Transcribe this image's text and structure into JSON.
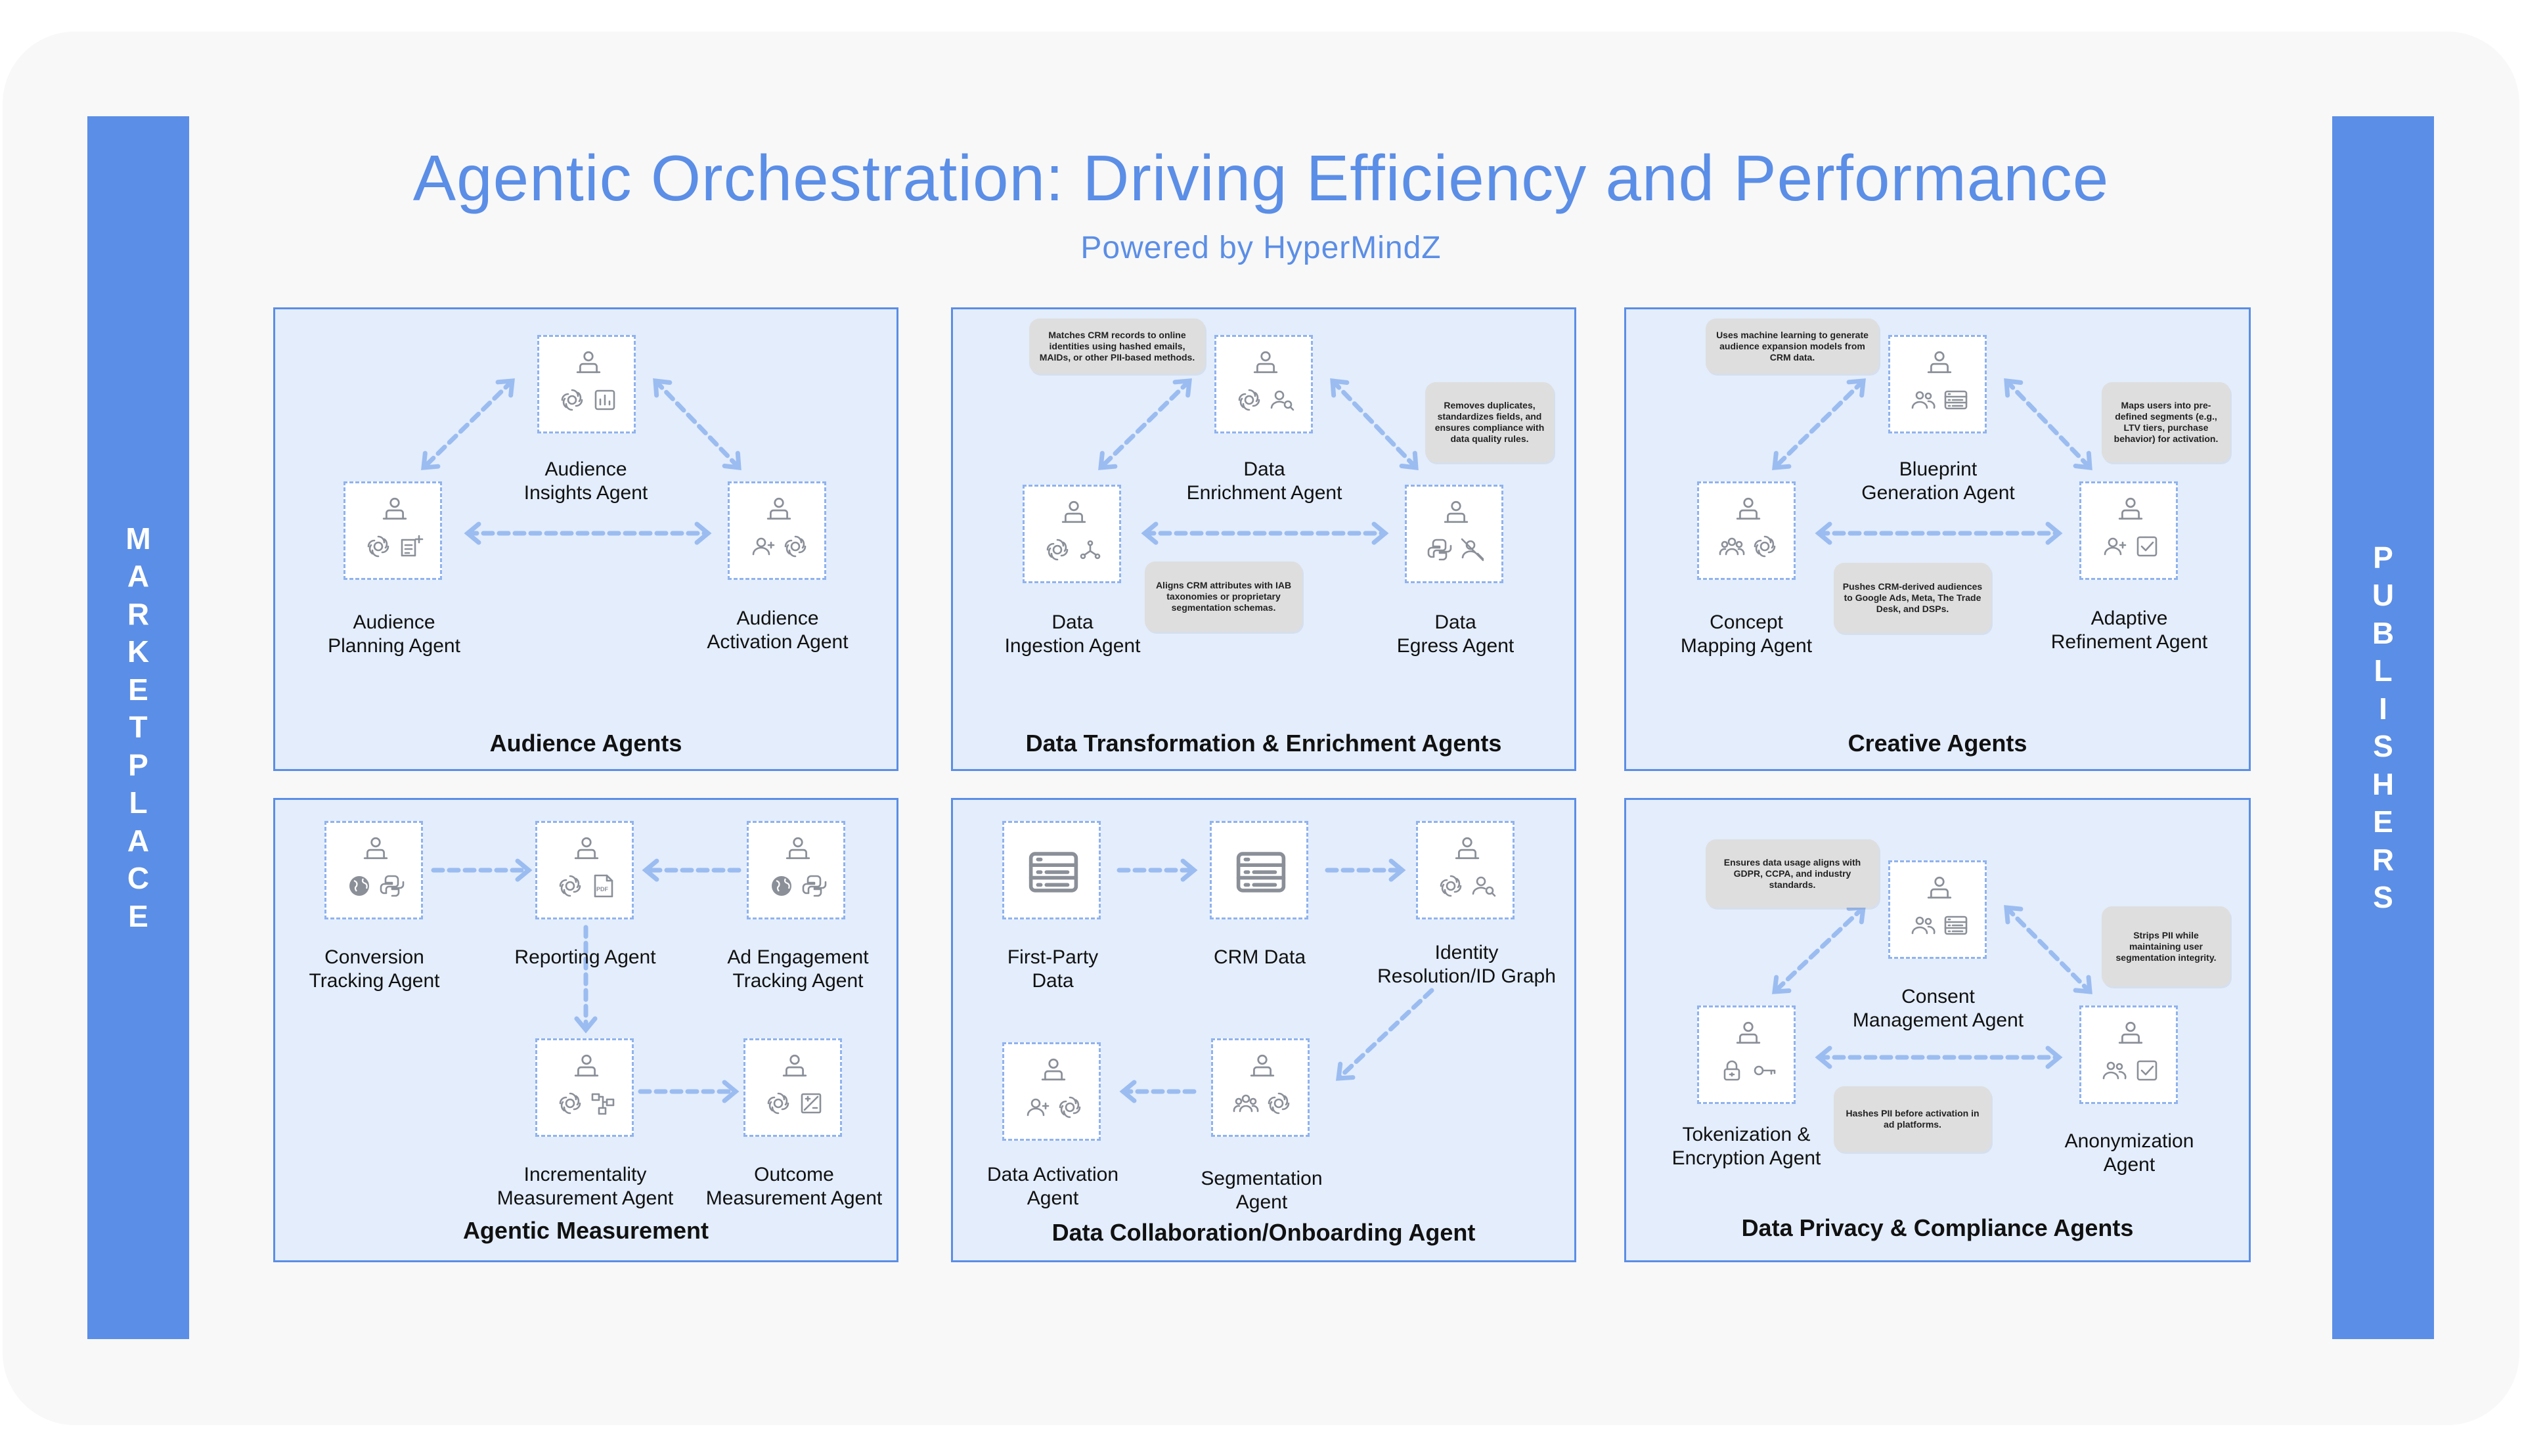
{
  "title": "Agentic Orchestration: Driving Efficiency and Performance",
  "subtitle": "Powered by HyperMindZ",
  "left_sidebar": {
    "label": "MARKETPLACE",
    "letters": [
      "M",
      "A",
      "R",
      "K",
      "E",
      "T",
      "P",
      "L",
      "A",
      "C",
      "E"
    ]
  },
  "right_sidebar": {
    "label": "PUBLISHERS",
    "letters": [
      "P",
      "U",
      "B",
      "L",
      "I",
      "S",
      "H",
      "E",
      "R",
      "S"
    ]
  },
  "colors": {
    "accent": "#5b8ee6",
    "panel_fill": "#e3edfc",
    "arrow": "#9bbcf0",
    "note_fill": "#dedede"
  },
  "panels": {
    "audience": {
      "title": "Audience Agents",
      "agents": {
        "insights": {
          "label": "Audience\nInsights Agent",
          "icons": [
            "person-icon",
            "openai-icon",
            "bar-chart-icon"
          ]
        },
        "planning": {
          "label": "Audience\nPlanning Agent",
          "icons": [
            "person-icon",
            "openai-icon",
            "note-add-icon"
          ]
        },
        "activation": {
          "label": "Audience\nActivation Agent",
          "icons": [
            "person-icon",
            "add-user-icon",
            "openai-icon"
          ]
        }
      }
    },
    "data_transformation": {
      "title": "Data Transformation & Enrichment Agents",
      "agents": {
        "enrichment": {
          "label": "Data\nEnrichment Agent",
          "icons": [
            "person-icon",
            "openai-icon",
            "user-search-icon"
          ]
        },
        "ingestion": {
          "label": "Data\nIngestion Agent",
          "icons": [
            "person-icon",
            "openai-icon",
            "network-icon"
          ]
        },
        "egress": {
          "label": "Data\nEgress Agent",
          "icons": [
            "person-icon",
            "python-icon",
            "user-off-icon"
          ]
        }
      },
      "notes": [
        "Matches CRM records to online identities using hashed emails, MAIDs, or other PII-based methods.",
        "Removes duplicates, standardizes fields, and ensures compliance with data quality rules.",
        "Aligns CRM attributes with IAB taxonomies or proprietary segmentation schemas."
      ]
    },
    "creative": {
      "title": "Creative Agents",
      "agents": {
        "blueprint": {
          "label": "Blueprint\nGeneration Agent",
          "icons": [
            "person-icon",
            "group-icon",
            "list-box-icon"
          ]
        },
        "concept": {
          "label": "Concept\nMapping Agent",
          "icons": [
            "person-icon",
            "team-icon",
            "openai-icon"
          ]
        },
        "refinement": {
          "label": "Adaptive\nRefinement Agent",
          "icons": [
            "person-icon",
            "add-user-icon",
            "checkbox-icon"
          ]
        }
      },
      "notes": [
        "Uses machine learning to generate audience expansion models from CRM data.",
        "Maps users into pre-defined segments (e.g., LTV tiers, purchase behavior) for activation.",
        "Pushes CRM-derived audiences to Google Ads, Meta, The Trade Desk, and DSPs."
      ]
    },
    "measurement": {
      "title": "Agentic Measurement",
      "agents": {
        "conversion": {
          "label": "Conversion\nTracking Agent",
          "icons": [
            "person-icon",
            "globe-icon",
            "python-icon"
          ]
        },
        "reporting": {
          "label": "Reporting Agent",
          "icons": [
            "person-icon",
            "openai-icon",
            "pdf-icon"
          ]
        },
        "engagement": {
          "label": "Ad Engagement\nTracking Agent",
          "icons": [
            "person-icon",
            "globe-icon",
            "python-icon"
          ]
        },
        "incrementality": {
          "label": "Incrementality\nMeasurement Agent",
          "icons": [
            "person-icon",
            "openai-icon",
            "workflow-icon"
          ]
        },
        "outcome": {
          "label": "Outcome\nMeasurement Agent",
          "icons": [
            "person-icon",
            "openai-icon",
            "trend-box-icon"
          ]
        }
      }
    },
    "collaboration": {
      "title": "Data Collaboration/Onboarding Agent",
      "agents": {
        "first_party": {
          "label": "First-Party\nData",
          "icons": [
            "list-box-icon"
          ]
        },
        "crm": {
          "label": "CRM Data",
          "icons": [
            "list-box-icon"
          ]
        },
        "identity": {
          "label": "Identity\nResolution/ID Graph",
          "icons": [
            "person-icon",
            "openai-icon",
            "user-search-icon"
          ]
        },
        "segmentation": {
          "label": "Segmentation\nAgent",
          "icons": [
            "person-icon",
            "team-icon",
            "openai-icon"
          ]
        },
        "activation": {
          "label": "Data Activation\nAgent",
          "icons": [
            "person-icon",
            "add-user-icon",
            "openai-icon"
          ]
        }
      }
    },
    "privacy": {
      "title": "Data Privacy & Compliance Agents",
      "agents": {
        "consent": {
          "label": "Consent\nManagement Agent",
          "icons": [
            "person-icon",
            "group-icon",
            "list-box-icon"
          ]
        },
        "tokenization": {
          "label": "Tokenization &\nEncryption Agent",
          "icons": [
            "person-icon",
            "lock-icon",
            "key-icon"
          ]
        },
        "anonymization": {
          "label": "Anonymization\nAgent",
          "icons": [
            "person-icon",
            "group-icon",
            "checkbox-icon"
          ]
        }
      },
      "notes": [
        "Ensures data usage aligns with GDPR, CCPA, and industry standards.",
        "Strips PII while maintaining user segmentation integrity.",
        "Hashes PII before activation in ad platforms."
      ]
    }
  }
}
